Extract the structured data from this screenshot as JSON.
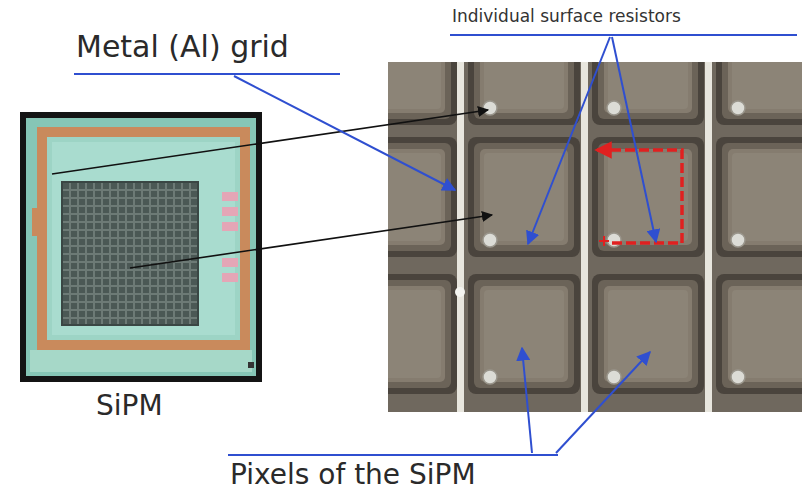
{
  "diagram": {
    "labels": [
      "Individual surface resistors",
      "Metal (Al) grid",
      "SiPM",
      "Pixels of the SiPM"
    ]
  }
}
